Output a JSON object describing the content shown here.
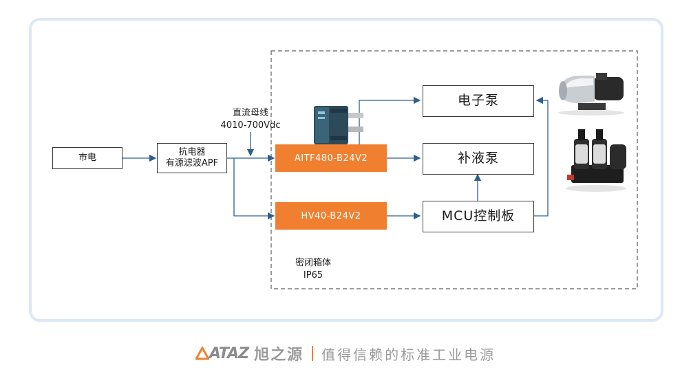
{
  "nodes": {
    "mains": "市电",
    "apf_line1": "抗电器",
    "apf_line2": "有源滤波APF",
    "bus_line1": "直流母线",
    "bus_line2": "4010-700Vdc",
    "aitf": "AITF480-B24V2",
    "hv40": "HV40-B24V2",
    "e_pump": "电子泵",
    "fluid_pump": "补液泵",
    "mcu": "MCU控制板",
    "enclosure_line1": "密闭箱体",
    "enclosure_line2": "IP65"
  },
  "footer": {
    "logo_text": "ATAZ",
    "brand_name": "旭之源",
    "slogan": "值得信赖的标准工业电源"
  },
  "colors": {
    "accent": "#f08030",
    "wire": "#2f5f8f",
    "panel_border": "#dbe8f6"
  }
}
